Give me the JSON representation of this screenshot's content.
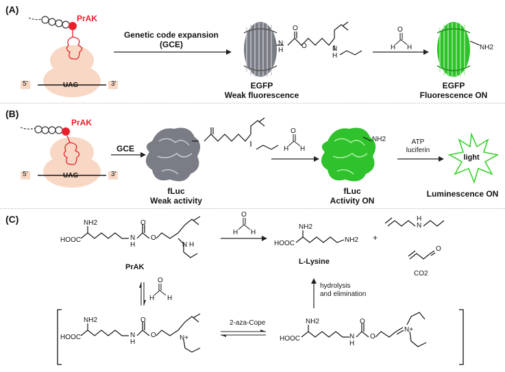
{
  "panel_a": {
    "label": "(A)",
    "aa_label": "PrAK",
    "codon": "UAG",
    "five_prime": "5'",
    "three_prime": "3'",
    "arrow1_label_line1": "Genetic code expansion",
    "arrow1_label_line2": "(GCE)",
    "protein1_title": "EGFP",
    "protein1_subtitle": "Weak fluorescence",
    "protein2_title": "EGFP",
    "protein2_subtitle": "Fluorescence ON",
    "amine_label": "NH2",
    "aldehyde_h1": "H",
    "aldehyde_h2": "H",
    "aldehyde_o": "O",
    "carbamate_o1": "O",
    "carbamate_o2": "O",
    "nh1": "N",
    "nh1_h": "H",
    "nh2": "N",
    "nh2_h": "H"
  },
  "panel_b": {
    "label": "(B)",
    "aa_label": "PrAK",
    "codon": "UAG",
    "five_prime": "5'",
    "three_prime": "3'",
    "arrow1_label": "GCE",
    "protein1_title": "fLuc",
    "protein1_subtitle": "Weak activity",
    "protein2_title": "fLuc",
    "protein2_subtitle": "Activity ON",
    "amine_label": "NH2",
    "arrow3_label_line1": "ATP",
    "arrow3_label_line2": "luciferin",
    "light_label": "light",
    "result_label": "Luminescence ON",
    "aldehyde_h1": "H",
    "aldehyde_h2": "H",
    "aldehyde_o": "O"
  },
  "panel_c": {
    "label": "(C)",
    "prak_label": "PrAK",
    "lysine_label": "L-Lysine",
    "hooc": "HOOC",
    "nh2": "NH2",
    "co2": "CO2",
    "plus": "+",
    "hydrolysis_line1": "hydrolysis",
    "hydrolysis_line2": "and elimination",
    "cope_label": "2-aza-Cope",
    "h": "H",
    "o": "O",
    "n": "N",
    "n_plus": "N+"
  },
  "colors": {
    "red": "#e8202a",
    "ribosome": "#f8d8c4",
    "gray_protein": "#7a7d85",
    "green_protein": "#2fc22c",
    "light_green": "#39d12b"
  }
}
